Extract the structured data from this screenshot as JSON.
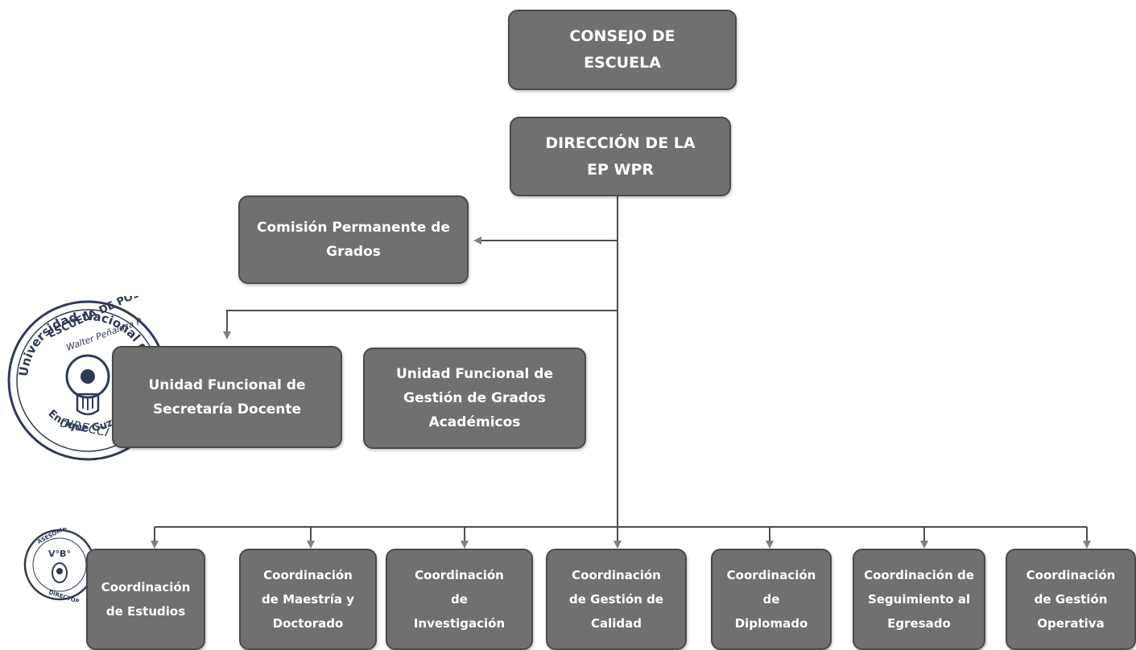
{
  "nodes": {
    "consejo": [
      "CONSEJO DE",
      "ESCUELA"
    ],
    "direccion": [
      "DIRECCIÓN DE LA",
      "EP WPR"
    ],
    "comision": [
      "Comisión Permanente de",
      "Grados"
    ],
    "secretaria": [
      "Unidad Funcional de",
      "Secretaría Docente"
    ],
    "grados": [
      "Unidad Funcional de",
      "Gestión de Grados",
      "Académicos"
    ],
    "coord_estudios": [
      "Coordinación",
      "de Estudios"
    ],
    "coord_maestria": [
      "Coordinación",
      "de Maestría y",
      "Doctorado"
    ],
    "coord_investigacion": [
      "Coordinación",
      "de",
      "Investigación"
    ],
    "coord_calidad": [
      "Coordinación",
      "de Gestión de",
      "Calidad"
    ],
    "coord_diplomado": [
      "Coordinación",
      "de",
      "Diplomado"
    ],
    "coord_egresado": [
      "Coordinación de",
      "Seguimiento al",
      "Egresado"
    ],
    "coord_operativa": [
      "Coordinación",
      "de Gestión",
      "Operativa"
    ]
  },
  "stamps": {
    "seal_large": [
      "Universidad Nacional de Educación",
      "ESCUELA DE POSGRADO",
      "Walter Peñaloza Ramella",
      "DIRECCIÓN",
      "Enrique Guzmán y Valle"
    ],
    "seal_small": [
      "OFICINA DE ASESORÍA",
      "V°B°",
      "DIRECTOR"
    ]
  },
  "colors": {
    "box_fill": "#707070",
    "box_border": "#4a4a4a",
    "connector": "#4d4d4d",
    "arrowhead": "#808080"
  }
}
